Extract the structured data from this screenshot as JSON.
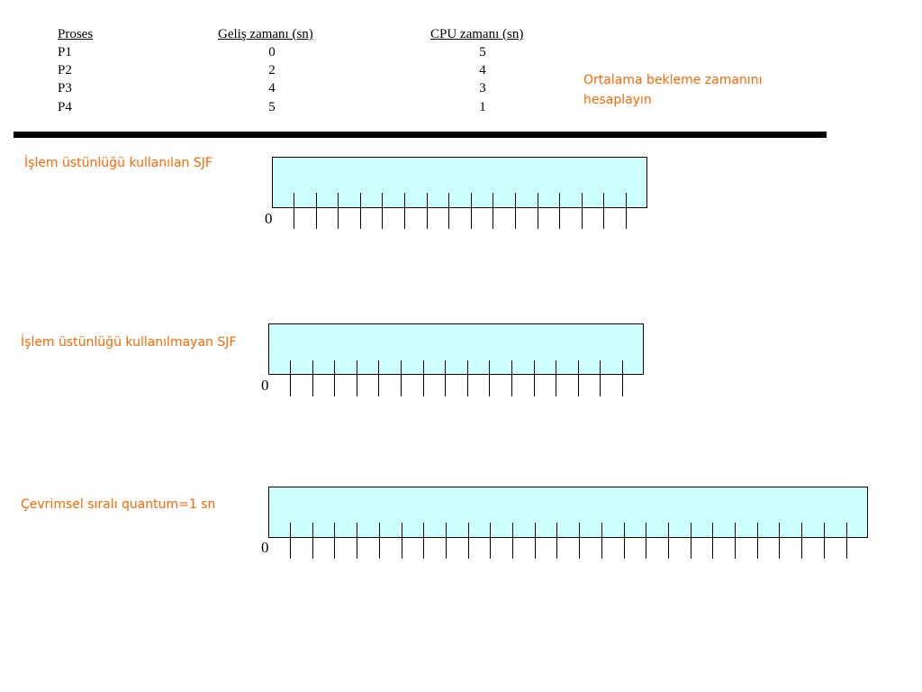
{
  "table": {
    "headers": [
      "Proses",
      "Geliş zamanı (sn)",
      "CPU zamanı (sn)"
    ],
    "rows": [
      [
        "P1",
        "0",
        "5"
      ],
      [
        "P2",
        "2",
        "4"
      ],
      [
        "P3",
        "4",
        "3"
      ],
      [
        "P4",
        "5",
        "1"
      ]
    ]
  },
  "note": {
    "line1": "Ortalama bekleme zamanını",
    "line2": "hesaplayın"
  },
  "gantt": [
    {
      "label": "İşlem üstünlüğü kullanılan SJF",
      "zero": "0"
    },
    {
      "label": "İşlem üstünlüğü kullanılmayan SJF",
      "zero": "0"
    },
    {
      "label": "Çevrimsel sıralı quantum=1 sn",
      "zero": "0"
    }
  ],
  "colors": {
    "accent": "#ff6600",
    "bar_fill": "#ccffff",
    "divider": "#000000"
  }
}
